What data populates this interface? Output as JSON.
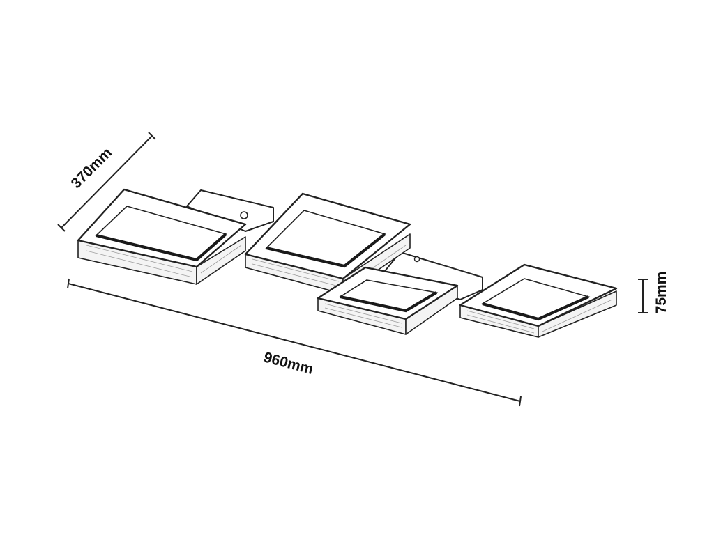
{
  "dimensions": {
    "depth": "370mm",
    "length": "960mm",
    "height": "75mm"
  }
}
